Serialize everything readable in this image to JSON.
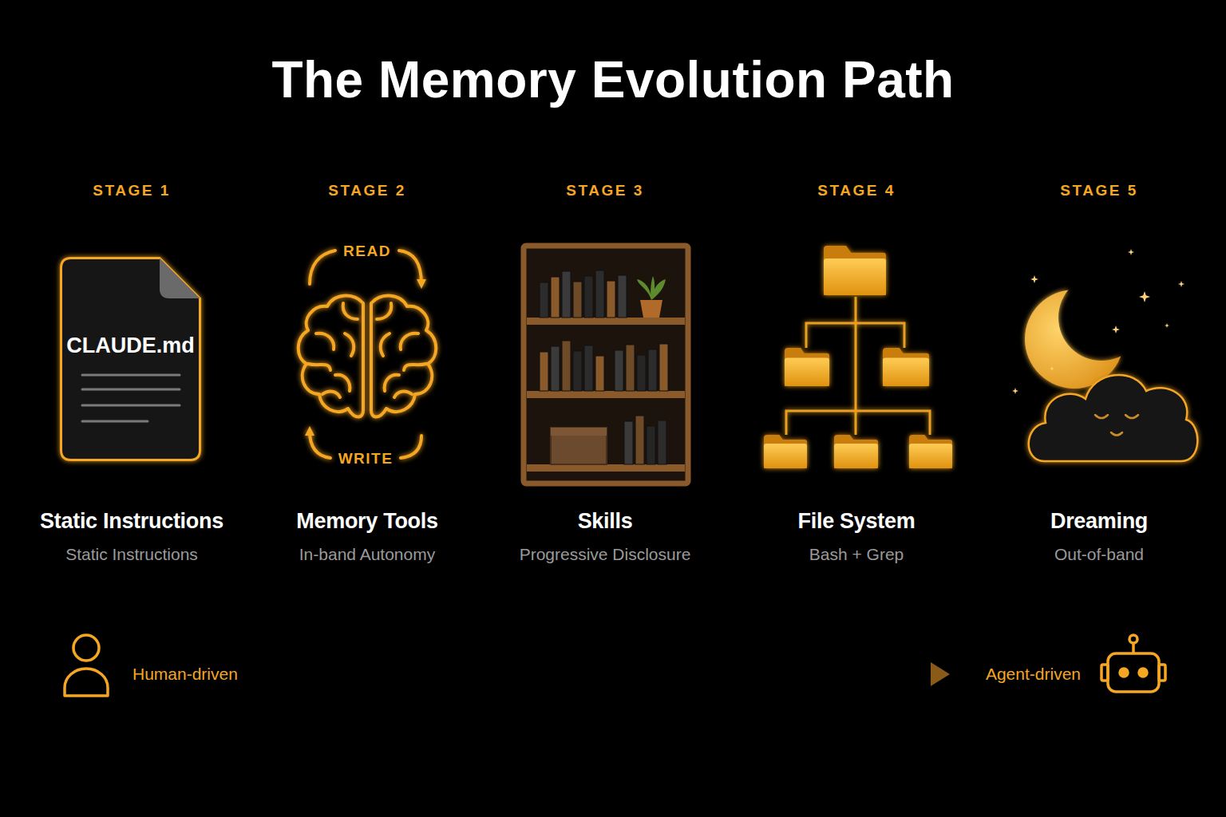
{
  "diagram": {
    "title": "The Memory Evolution Path",
    "nodes": [
      {
        "text": [
          "STAGE 1",
          "Static Instructions",
          "Static Instructions"
        ]
      },
      {
        "text": [
          "CLAUDE.md"
        ],
        "in": 0
      },
      {
        "text": [
          "STAGE 2",
          "Memory Tools",
          "In-band Autonomy"
        ]
      },
      {
        "text": [
          "STAGE 3",
          "Skills",
          "Progressive Disclosure"
        ]
      },
      {
        "text": [
          "STAGE 4",
          "File System",
          "Bash + Grep"
        ]
      },
      {
        "text": [
          "STAGE 5",
          "Dreaming",
          "Out-of-band"
        ]
      }
    ],
    "edges": [
      {
        "from": 0,
        "to": 2,
        "arrow": "to"
      },
      {
        "from": 2,
        "to": 3,
        "arrow": "to"
      },
      {
        "from": 3,
        "to": 4,
        "arrow": "to"
      },
      {
        "from": 4,
        "to": 5,
        "arrow": "to"
      }
    ],
    "labels": [
      "READ",
      "WRITE",
      "Human-driven",
      "Agent-driven"
    ]
  }
}
